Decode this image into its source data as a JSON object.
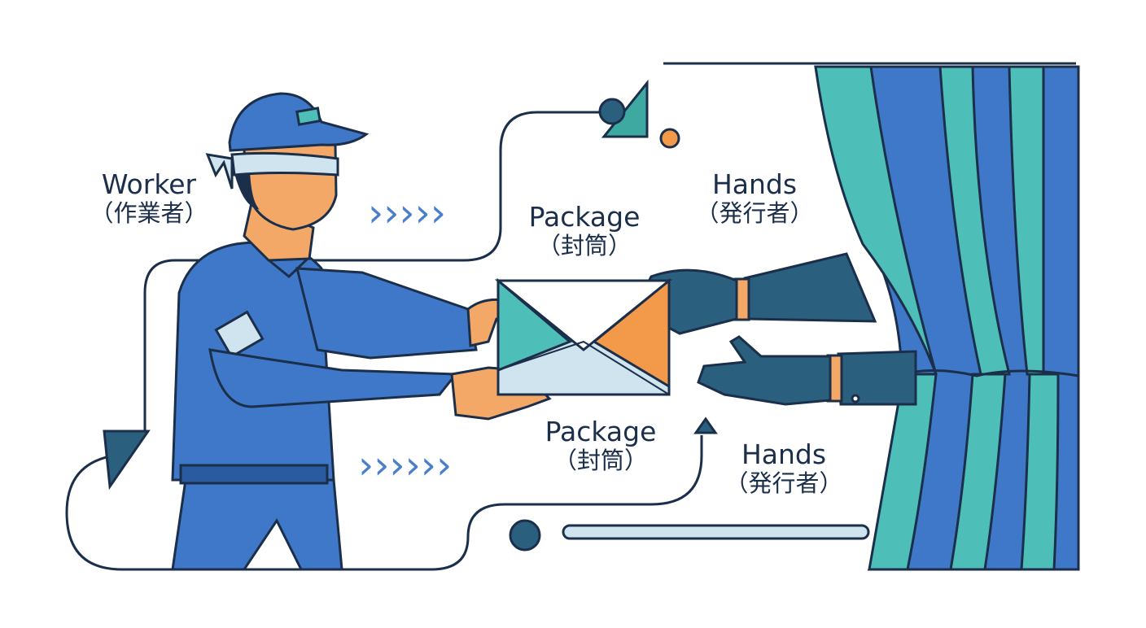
{
  "labels": {
    "worker": {
      "en": "Worker",
      "jp": "（作業者）"
    },
    "package_top": {
      "en": "Package",
      "jp": "（封筒）"
    },
    "hands_top": {
      "en": "Hands",
      "jp": "（発行者）"
    },
    "package_bottom": {
      "en": "Package",
      "jp": "（封筒）"
    },
    "hands_bottom": {
      "en": "Hands",
      "jp": "（発行者）"
    }
  },
  "chevrons": {
    "top": "›››››",
    "bottom": "››››››"
  },
  "icons": [
    "blindfold-icon",
    "envelope-icon",
    "glove-icon",
    "curtain-icon",
    "arrow-icon"
  ],
  "colors": {
    "outline": "#1b2f4a",
    "uniform_blue": "#3f78c8",
    "dark_blue": "#2a5aa0",
    "teal": "#4dbfb8",
    "navy_glove": "#2b5f7e",
    "orange": "#f2994a",
    "skin": "#f4a867",
    "light": "#cfe4ee",
    "chevron": "#4a7fc9"
  }
}
